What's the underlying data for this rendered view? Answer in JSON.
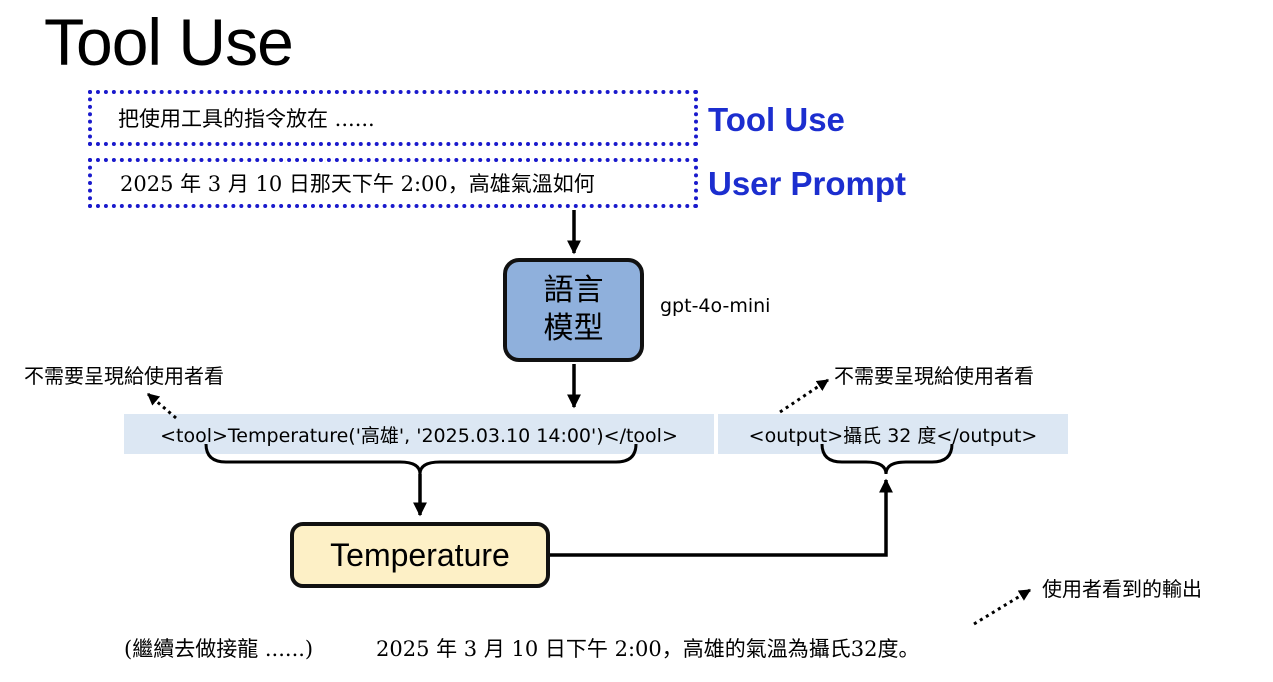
{
  "title": "Tool Use",
  "prompts": {
    "tool_use_instruction": "把使用工具的指令放在 ......",
    "tool_use_label": "Tool Use",
    "user_prompt": "2025 年 3 月 10 日那天下午 2:00，高雄氣溫如何",
    "user_prompt_label": "User Prompt"
  },
  "language_model": {
    "line1": "語言",
    "line2": "模型",
    "model_name": "gpt-4o-mini"
  },
  "hidden_notes": {
    "left": "不需要呈現給使用者看",
    "right": "不需要呈現給使用者看"
  },
  "tool_call": "<tool>Temperature('高雄', '2025.03.10 14:00')</tool>",
  "tool_output": "<output>攝氏 32 度</output>",
  "tool_box_label": "Temperature",
  "user_visible_note": "使用者看到的輸出",
  "continue_text": "(繼續去做接龍 ......)",
  "final_output": "2025 年 3 月 10 日下午 2:00，高雄的氣溫為攝氏32度。",
  "colors": {
    "dotted_border": "#1a1acc",
    "blue_label": "#1c2ecf",
    "language_model_fill": "#8fb0dc",
    "tag_background": "#dce7f3",
    "tool_fill": "#fdf0c6"
  }
}
